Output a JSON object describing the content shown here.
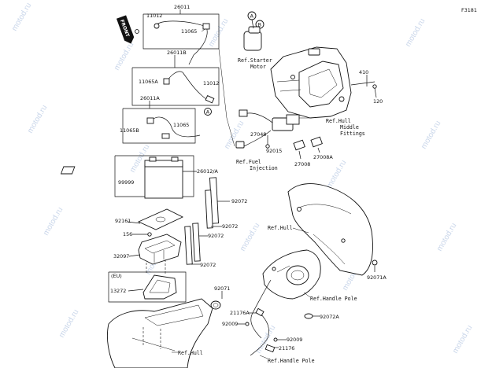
{
  "diagram_id": "F3181",
  "watermark": "motod.ru",
  "front_badge": "FRONT",
  "callout_a": "A",
  "callout_b": "B",
  "parts": {
    "p26011": "26011",
    "p11012_top": "11012",
    "p11065_top": "11065",
    "p26011b": "26011B",
    "p11065a": "11065A",
    "p11012_mid": "11012",
    "p26011a": "26011A",
    "p11065b": "11065B",
    "p11065_mid": "11065",
    "p26012a": "26012/A",
    "p99999": "99999",
    "p92072_a": "92072",
    "p92072_b": "92072",
    "p92072_c": "92072",
    "p92072_d": "92072",
    "p92161": "92161",
    "p156": "156",
    "p32097": "32097",
    "eu_label": "(EU)",
    "p13272": "13272",
    "p92071": "92071",
    "p21176a": "21176A",
    "p92009_a": "92009",
    "p92009_b": "92009",
    "p21176": "21176",
    "p92072a": "92072A",
    "p92071a": "92071A",
    "p410": "410",
    "p120": "120",
    "p27048": "27048",
    "p92015": "92015",
    "p27008": "27008",
    "p27008a": "27008A"
  },
  "references": {
    "starter_1": "Ref.Starter",
    "starter_2": "Motor",
    "hull_middle_1": "Ref.Hull",
    "hull_middle_2": "Middle",
    "hull_middle_3": "Fittings",
    "fuel_1": "Ref.Fuel",
    "fuel_2": "Injection",
    "hull_right": "Ref.Hull",
    "handle_pole_1": "Ref.Handle Pole",
    "hull_bottom": "Ref.Hull",
    "handle_pole_2": "Ref.Handle Pole"
  }
}
